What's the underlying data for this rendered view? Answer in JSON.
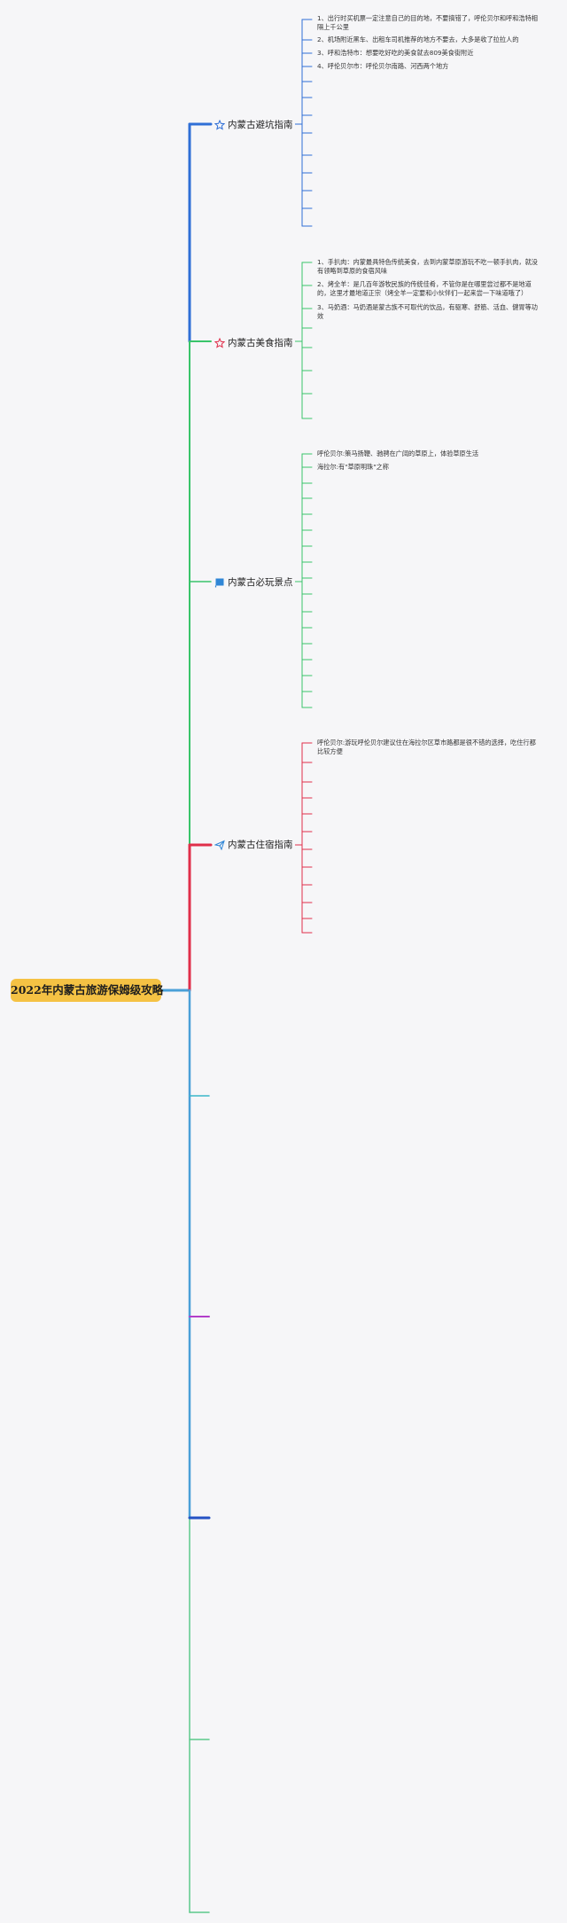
{
  "title": "2022年内蒙古旅游保姆级攻略",
  "colors": {
    "root_fill": "#f5c244",
    "blue": "#2f6fd6",
    "green": "#39c46a",
    "red": "#e02f4a",
    "light_blue": "#4aa0d8",
    "teal": "#39b6c9",
    "purple": "#b23ec9",
    "dark_blue": "#2552c4",
    "mint": "#5cc98a"
  },
  "categories": [
    {
      "label": "内蒙古避坑指南",
      "icon": "star-outline-icon",
      "color": "#2f6fd6",
      "notes": [
        "1、出行时买机票一定注意自己的目的地，不要搞错了，呼伦贝尔和呼和浩特相隔上千公里",
        "2、机场附近黑车、出租车司机推荐的地方不要去，大多是收了拉拉人的",
        "3、呼和浩特市：想要吃好吃的美食就去809美食街附近",
        "4、呼伦贝尔市：呼伦贝尔南路、河西两个地方"
      ]
    },
    {
      "label": "内蒙古美食指南",
      "icon": "star-outline-icon",
      "color": "#39c46a",
      "notes": [
        "1、手扒肉：内蒙最具特色传统美食，去到内蒙草原游玩不吃一顿手扒肉，就没有领略到草原的食宿风味",
        "2、烤全羊：是几百年游牧民族的传统佳肴，不管你是在哪里尝过都不是地道的，这里才最地道正宗（烤全羊一定要和小伙伴们一起来尝一下味道哦了）",
        "3、马奶酒：马奶酒是蒙古族不可取代的饮品，有驱寒、舒筋、活血、健胃等功效"
      ]
    },
    {
      "label": "内蒙古必玩景点",
      "icon": "flag-icon",
      "color": "#39c46a",
      "notes": [
        "呼伦贝尔:策马扬鞭、驰骋在广阔的草原上，体验草原生活",
        "海拉尔:有\"草原明珠\"之称"
      ]
    },
    {
      "label": "内蒙古住宿指南",
      "icon": "send-icon",
      "color": "#e02f4a",
      "notes": [
        "呼伦贝尔:游玩呼伦贝尔建议住在海拉尔区草市路都是很不错的选择，吃住行都比较方便"
      ]
    }
  ]
}
